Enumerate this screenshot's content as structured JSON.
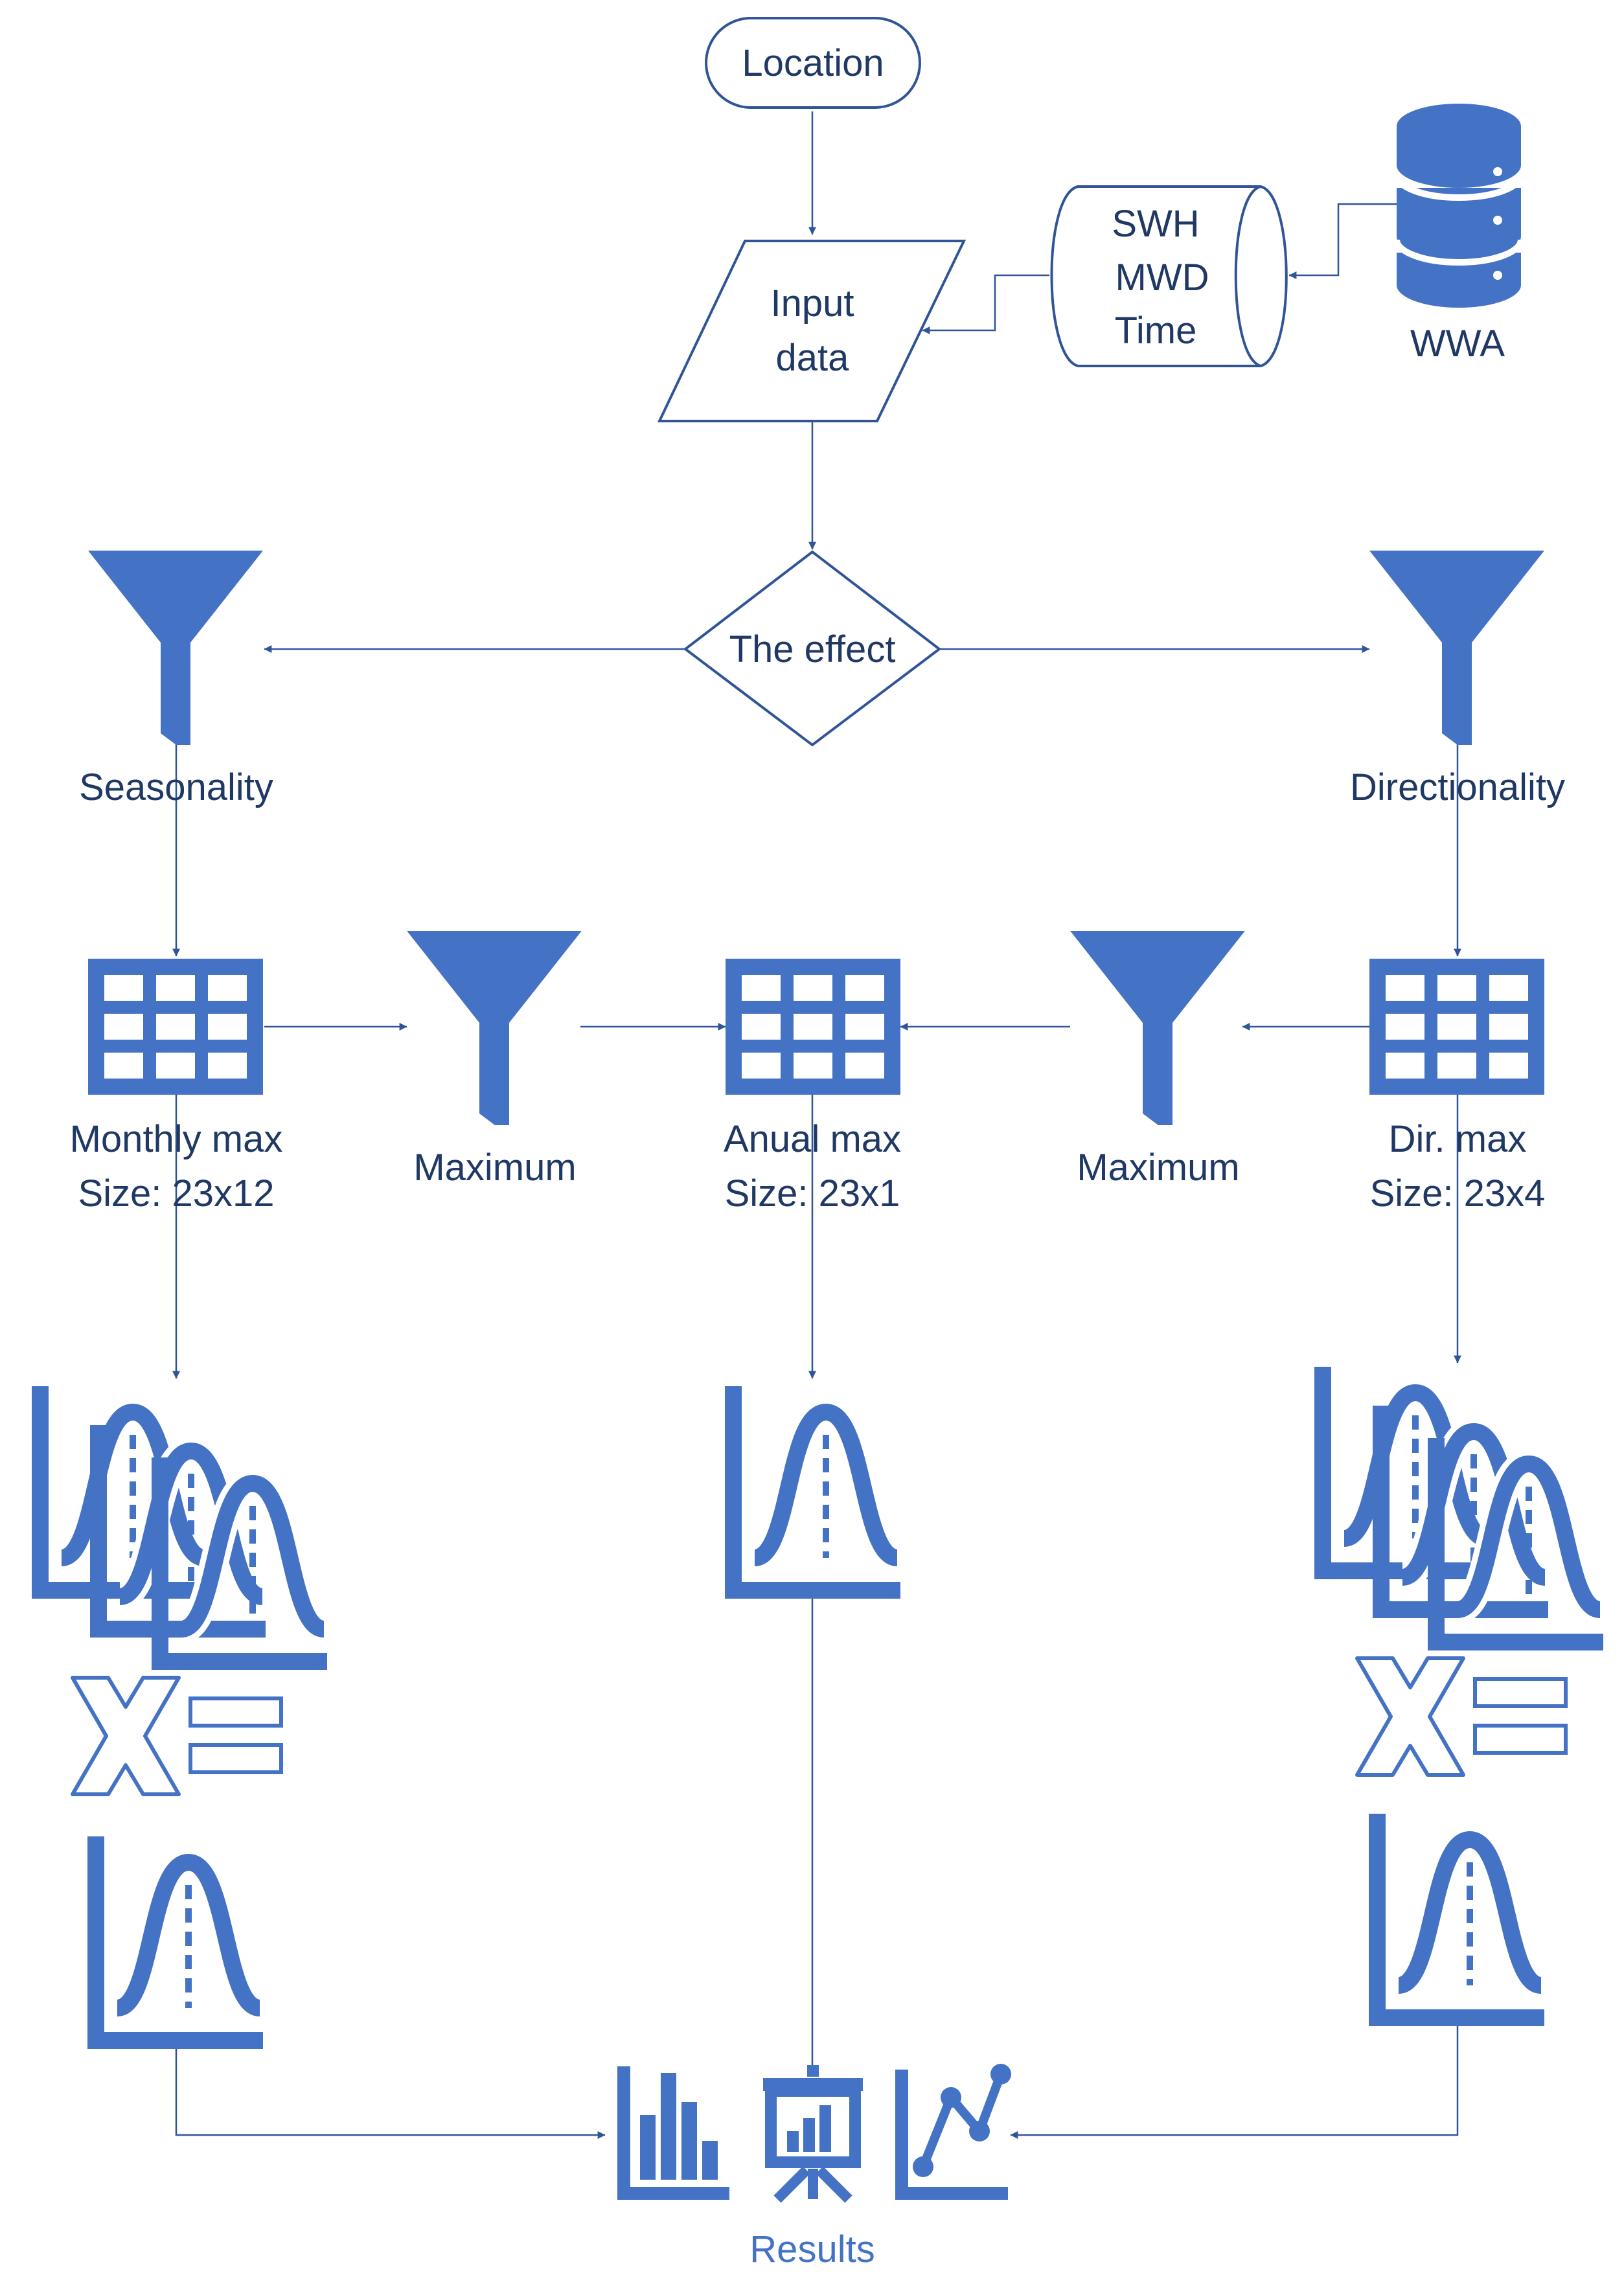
{
  "nodes": {
    "location": "Location",
    "input_data": [
      "Input",
      "data"
    ],
    "variables": [
      "SWH",
      "MWD",
      "Time"
    ],
    "database": "WWA",
    "the_effect": "The effect",
    "seasonality": "Seasonality",
    "directionality": "Directionality",
    "monthly_max": [
      "Monthly max",
      "Size: 23x12"
    ],
    "maximum_left": "Maximum",
    "annual_max": [
      "Anual max",
      "Size: 23x1"
    ],
    "maximum_right": "Maximum",
    "dir_max": [
      "Dir. max",
      "Size: 23x4"
    ],
    "results": "Results"
  },
  "icons": {
    "database": "database-icon",
    "filter": "funnel-icon",
    "table": "table-grid-icon",
    "distribution": "bell-curve-chart-icon",
    "operators": "multiply-equals-icon",
    "results": [
      "bar-chart-icon",
      "presentation-icon",
      "line-chart-icon"
    ]
  },
  "colors": {
    "accent": "#4472c4",
    "line": "#2f5597",
    "text": "#1f3864"
  }
}
